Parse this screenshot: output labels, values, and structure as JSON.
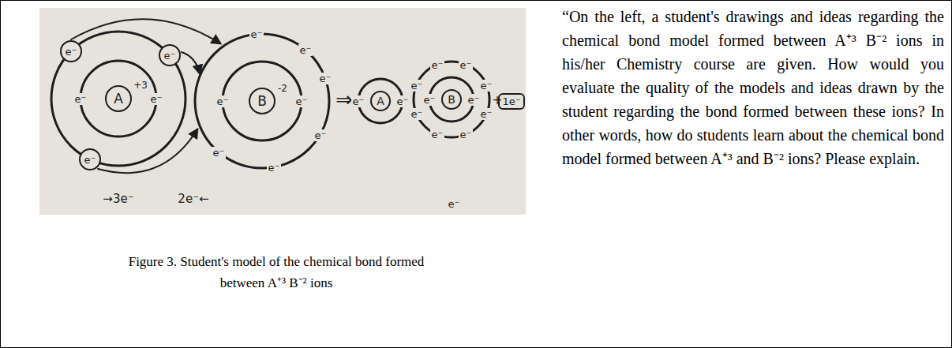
{
  "diagram": {
    "caption": "Figure 3. Student's model of the chemical bond formed between A⁺³ B⁻² ions",
    "nodes": [
      {
        "text": [
          "e⁻"
        ]
      },
      {
        "text": [
          "e⁻"
        ]
      },
      {
        "text": [
          "A"
        ]
      },
      {
        "text": [
          "B"
        ]
      },
      {
        "text": [
          "e⁻"
        ]
      },
      {
        "text": [
          "A"
        ]
      },
      {
        "text": [
          "B"
        ]
      },
      {
        "text": [
          "1e⁻"
        ]
      }
    ],
    "labels": [
      "+3",
      "-2",
      "e⁻",
      "e⁻",
      "e⁻",
      "e⁻",
      "e⁻",
      "e⁻",
      "e⁻",
      "e⁻",
      "e⁻",
      "e⁻",
      "⇒",
      "e⁻",
      "e⁻",
      "e⁻",
      "e⁻",
      "e⁻",
      "e⁻",
      "e⁻",
      "e⁻",
      "e⁻",
      "e⁻",
      "e⁻",
      "e⁻",
      "+",
      "→3e⁻",
      "2e⁻←",
      "e⁻",
      "“On the left, a student's drawings and ideas regarding the chemical bond model formed between A⁺³ B⁻² ions in his/her Chemistry course are given. How would you evaluate the quality of the models and ideas drawn by the student regarding the bond formed between these ions? In other words, how do students learn about the chemical bond model formed between A⁺³ and B⁻² ions? Please explain."
    ]
  }
}
